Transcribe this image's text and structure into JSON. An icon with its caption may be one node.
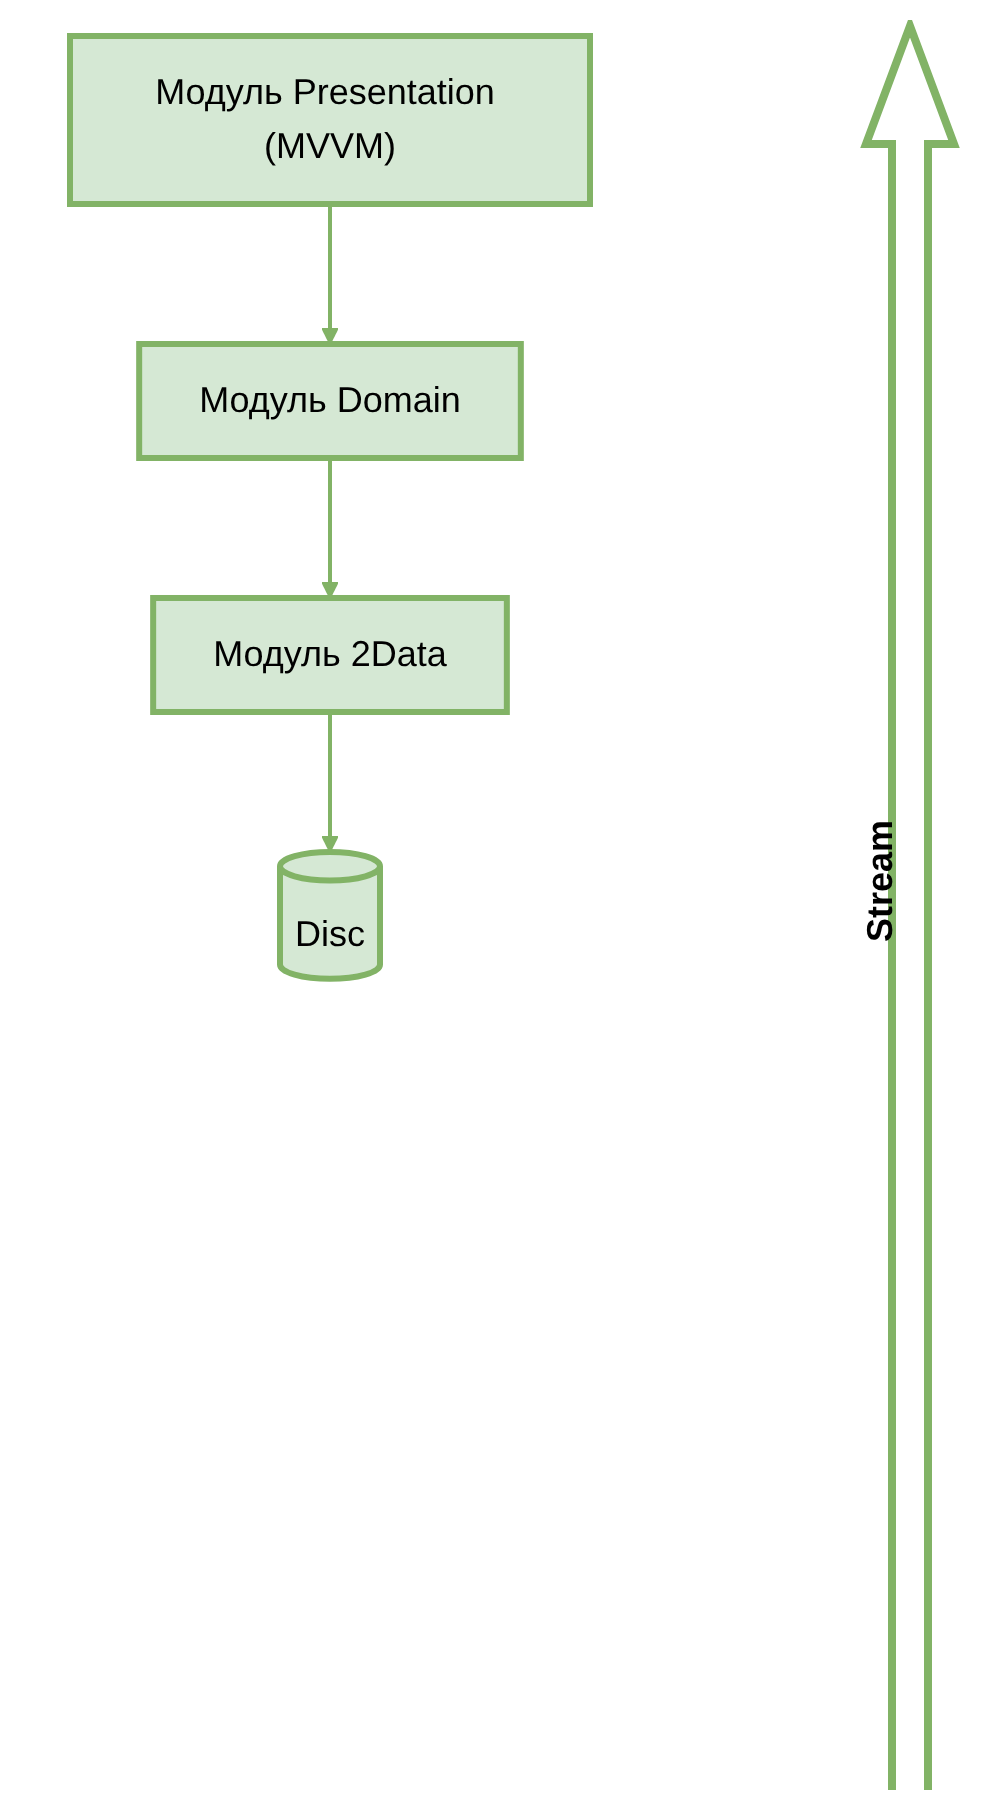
{
  "diagram": {
    "nodes": [
      {
        "text": [
          "Модуль Presentation (MVVM)"
        ]
      },
      {
        "text": [
          "Модуль Domain"
        ]
      },
      {
        "text": [
          "Модуль 2Data"
        ]
      },
      {
        "text": [
          "Disc"
        ]
      }
    ],
    "edges": [
      {
        "from": 0,
        "to": 1,
        "arrow": "to"
      },
      {
        "from": 1,
        "to": 2,
        "arrow": "to"
      },
      {
        "from": 2,
        "to": 3,
        "arrow": "to"
      }
    ],
    "labels": [
      "Stream"
    ]
  }
}
